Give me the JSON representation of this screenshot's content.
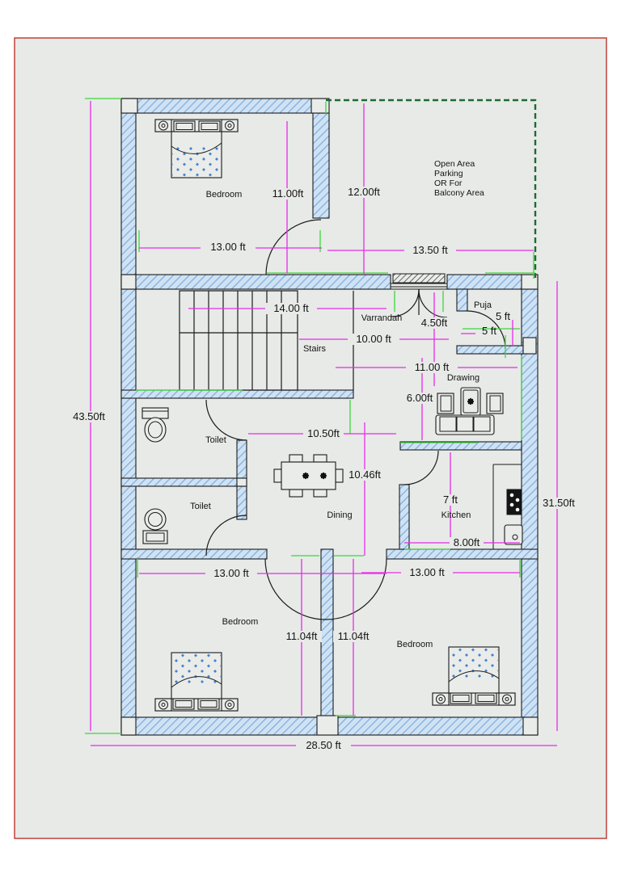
{
  "drawing_type": "residential-floor-plan",
  "colors": {
    "background": "#e7eae7",
    "page_border": "#c0403c",
    "wall_fill": "#cfe2f4",
    "wall_hatch": "#78a7d6",
    "dimension_line": "#e92be9",
    "extension_line": "#3ed43e",
    "open_area_boundary": "#1d6b33",
    "outline": "#1b1b1b"
  },
  "rooms": {
    "bedroom_top": {
      "label": "Bedroom",
      "width_dim": "13.00 ft",
      "height_dim": "11.00ft"
    },
    "open_area": {
      "lines": [
        "Open Area",
        "Parking",
        "OR For",
        "Balcony Area"
      ],
      "width_dim": "13.50 ft",
      "height_dim": "12.00ft"
    },
    "stairs": {
      "label": "Stairs",
      "width_dim": "14.00 ft"
    },
    "varrandah": {
      "label": "Varrandah",
      "width_dim": "10.00 ft",
      "height_dim": "4.50ft"
    },
    "puja": {
      "label": "Puja",
      "side_dim": "5 ft",
      "inner_dim": "5 ft"
    },
    "drawing": {
      "label": "Drawing",
      "width_dim": "11.00 ft",
      "height_dim": "6.00ft"
    },
    "toilet_upper": {
      "label": "Toilet"
    },
    "toilet_lower": {
      "label": "Toilet"
    },
    "dining": {
      "label": "Dining",
      "width_dim": "10.50ft",
      "height_dim": "10.46ft"
    },
    "kitchen": {
      "label": "Kitchen",
      "height_dim": "7 ft",
      "width_dim": "8.00ft"
    },
    "bedroom_bottom_left": {
      "label": "Bedroom",
      "width_dim": "13.00 ft",
      "height_dim": "11.04ft"
    },
    "bedroom_bottom_right": {
      "label": "Bedroom",
      "width_dim": "13.00 ft",
      "height_dim": "11.04ft"
    }
  },
  "overall": {
    "left": "43.50ft",
    "right": "31.50ft",
    "bottom": "28.50 ft"
  }
}
